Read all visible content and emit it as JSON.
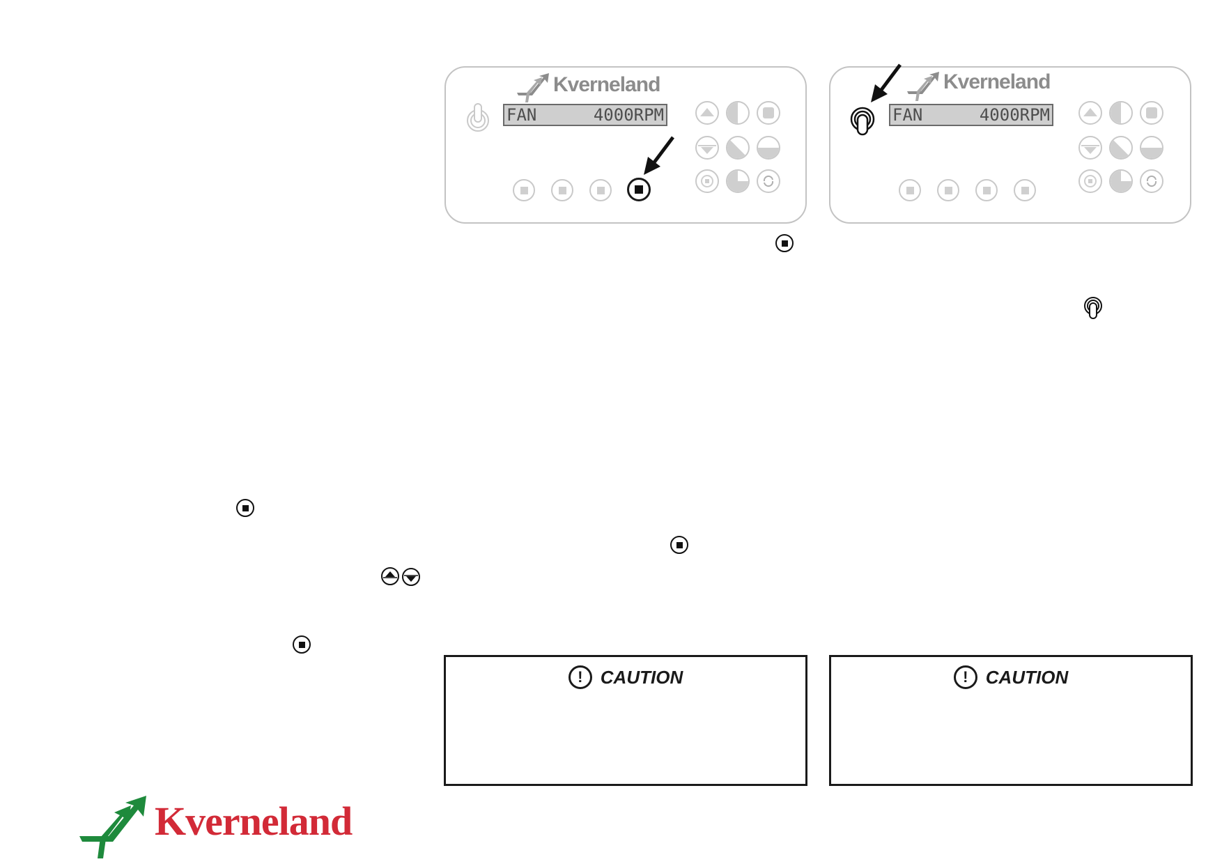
{
  "panel_left": {
    "brand": "Kverneland",
    "lcd_label": "FAN",
    "lcd_value": "4000RPM"
  },
  "panel_right": {
    "brand": "Kverneland",
    "lcd_label": "FAN",
    "lcd_value": "4000RPM"
  },
  "caution_left": {
    "title": "CAUTION"
  },
  "caution_right": {
    "title": "CAUTION"
  },
  "footer": {
    "brand": "Kverneland"
  },
  "colors": {
    "footer_brand_red": "#d22a37",
    "footer_brand_green": "#1e8a3c",
    "panel_gray": "#8c8c8c"
  }
}
